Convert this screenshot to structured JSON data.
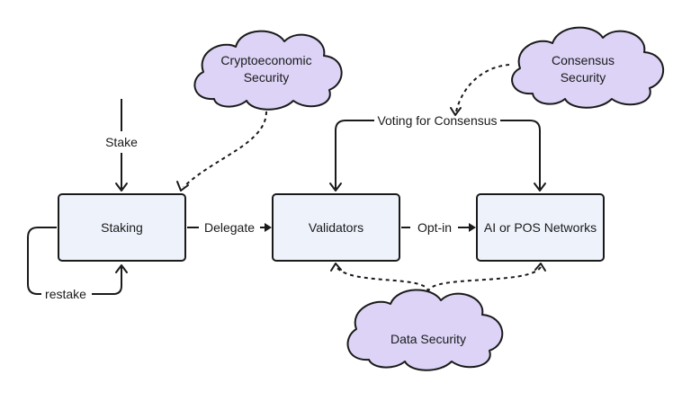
{
  "nodes": {
    "staking": "Staking",
    "validators": "Validators",
    "networks": "AI or POS Networks"
  },
  "clouds": {
    "cryptoeconomic": [
      "Cryptoeconomic",
      "Security"
    ],
    "consensus": [
      "Consensus",
      "Security"
    ],
    "data": "Data Security"
  },
  "edges": {
    "stake": "Stake",
    "restake": "restake",
    "delegate": "Delegate",
    "opt_in": "Opt-in",
    "voting": "Voting for Consensus"
  },
  "colors": {
    "box_fill": "#eef2fb",
    "cloud_fill": "#dcd3f6",
    "stroke": "#1a1a1a"
  }
}
